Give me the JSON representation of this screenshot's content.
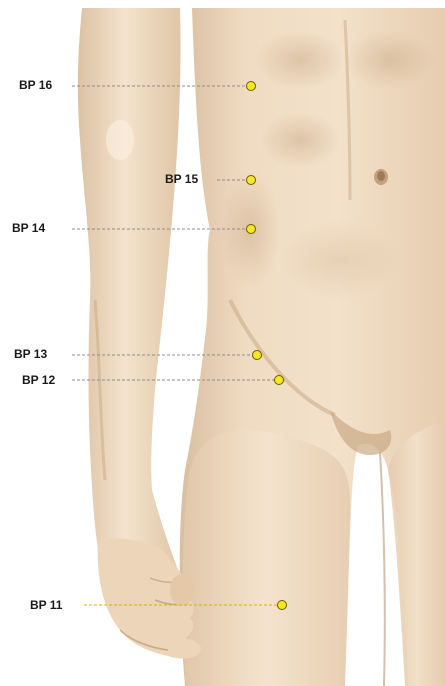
{
  "points": [
    {
      "id": "bp16",
      "label": "BP 16"
    },
    {
      "id": "bp15",
      "label": "BP 15"
    },
    {
      "id": "bp14",
      "label": "BP 14"
    },
    {
      "id": "bp13",
      "label": "BP 13"
    },
    {
      "id": "bp12",
      "label": "BP 12"
    },
    {
      "id": "bp11",
      "label": "BP 11"
    }
  ],
  "colors": {
    "skin": "#eed8bd",
    "skin_shadow": "#d3b696",
    "skin_highlight": "#fbeede",
    "marker_fill": "#f5e81e",
    "marker_stroke": "#6b5a00",
    "leader_line": "#8c8c8c",
    "leader_line_bp11": "#c9b800"
  }
}
